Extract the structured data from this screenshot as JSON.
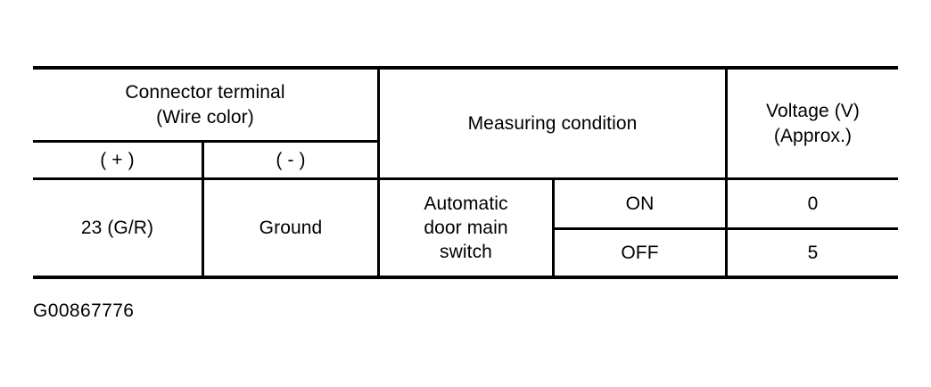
{
  "figure": {
    "caption": "G00867776",
    "ink_color": "#000000",
    "background_color": "#ffffff"
  },
  "table": {
    "headers": {
      "connector_terminal": {
        "line1": "Connector terminal",
        "line2": "(Wire color)"
      },
      "positive": "( + )",
      "negative": "( - )",
      "measuring_condition": "Measuring condition",
      "voltage": {
        "line1": "Voltage (V)",
        "line2": "(Approx.)"
      }
    },
    "rows": [
      {
        "positive": "23 (G/R)",
        "negative": "Ground",
        "condition": {
          "line1": "Automatic",
          "line2": "door main",
          "line3": "switch"
        },
        "states": [
          {
            "state": "ON",
            "voltage": "0"
          },
          {
            "state": "OFF",
            "voltage": "5"
          }
        ]
      }
    ]
  }
}
